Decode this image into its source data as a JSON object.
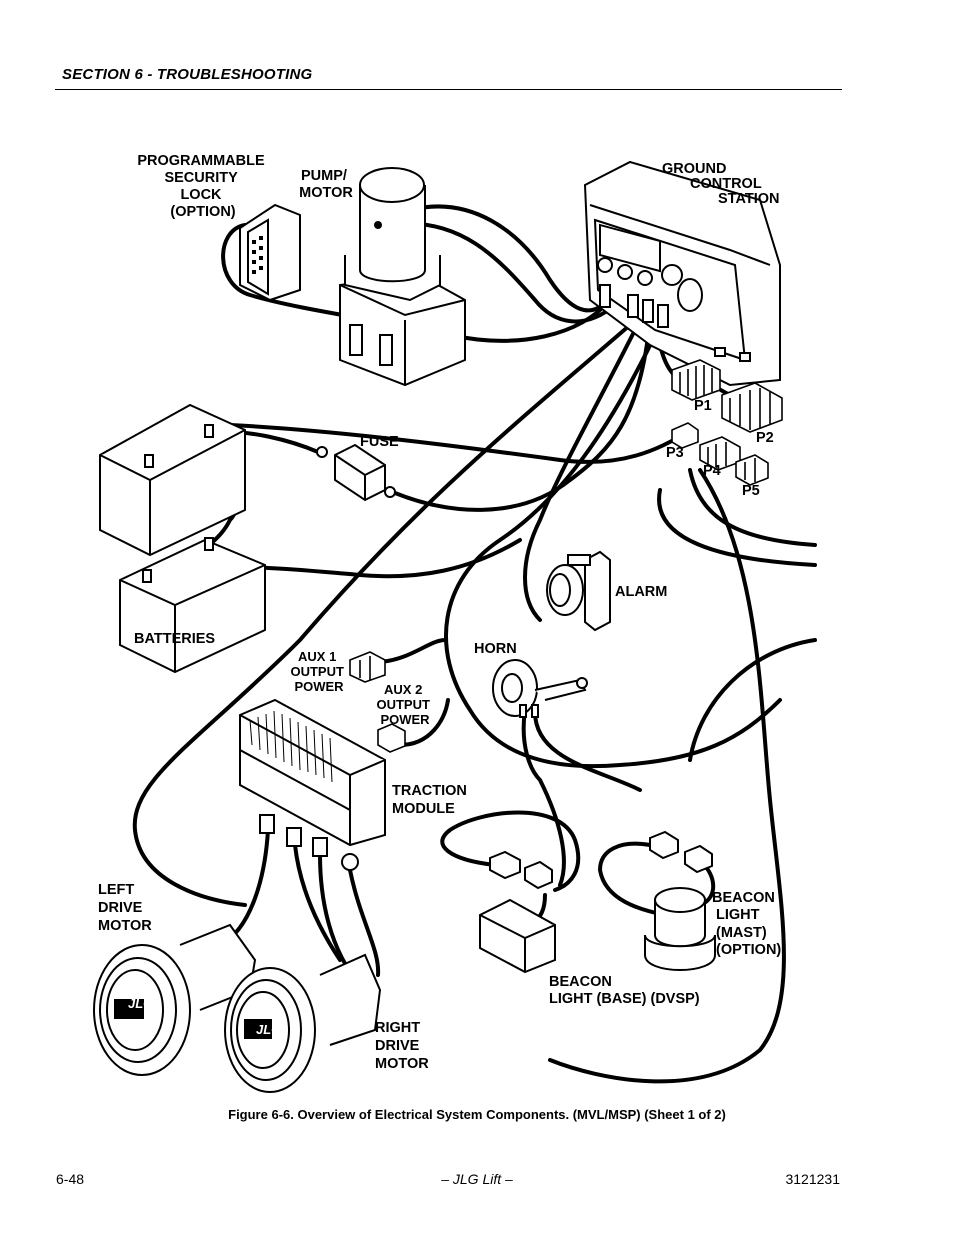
{
  "header": {
    "section": "SECTION 6 - TROUBLESHOOTING"
  },
  "diagram": {
    "labels": {
      "security_lock": [
        "PROGRAMMABLE",
        "SECURITY",
        "LOCK",
        "(OPTION)"
      ],
      "pump_motor": [
        "PUMP/",
        "MOTOR"
      ],
      "ground_control": [
        "GROUND",
        "CONTROL",
        "STATION"
      ],
      "p1": "P1",
      "p2": "P2",
      "p3": "P3",
      "p4": "P4",
      "p5": "P5",
      "fuse": "FUSE",
      "alarm": "ALARM",
      "batteries": "BATTERIES",
      "horn": "HORN",
      "aux1": [
        "AUX 1",
        "OUTPUT",
        "POWER"
      ],
      "aux2": [
        "AUX 2",
        "OUTPUT",
        "POWER"
      ],
      "traction_module": [
        "TRACTION",
        "MODULE"
      ],
      "left_drive_motor": [
        "LEFT",
        "DRIVE",
        "MOTOR"
      ],
      "right_drive_motor": [
        "RIGHT",
        "DRIVE",
        "MOTOR"
      ],
      "beacon_mast": [
        "BEACON",
        "LIGHT",
        "(MAST)",
        "(OPTION)"
      ],
      "beacon_base": [
        "BEACON",
        "LIGHT (BASE) (DVSP)"
      ],
      "motor_logo": "JLG"
    }
  },
  "caption": "Figure 6-6.  Overview of Electrical System Components. (MVL/MSP) (Sheet 1 of 2)",
  "footer": {
    "page": "6-48",
    "center": "– JLG Lift –",
    "doc_number": "3121231"
  }
}
